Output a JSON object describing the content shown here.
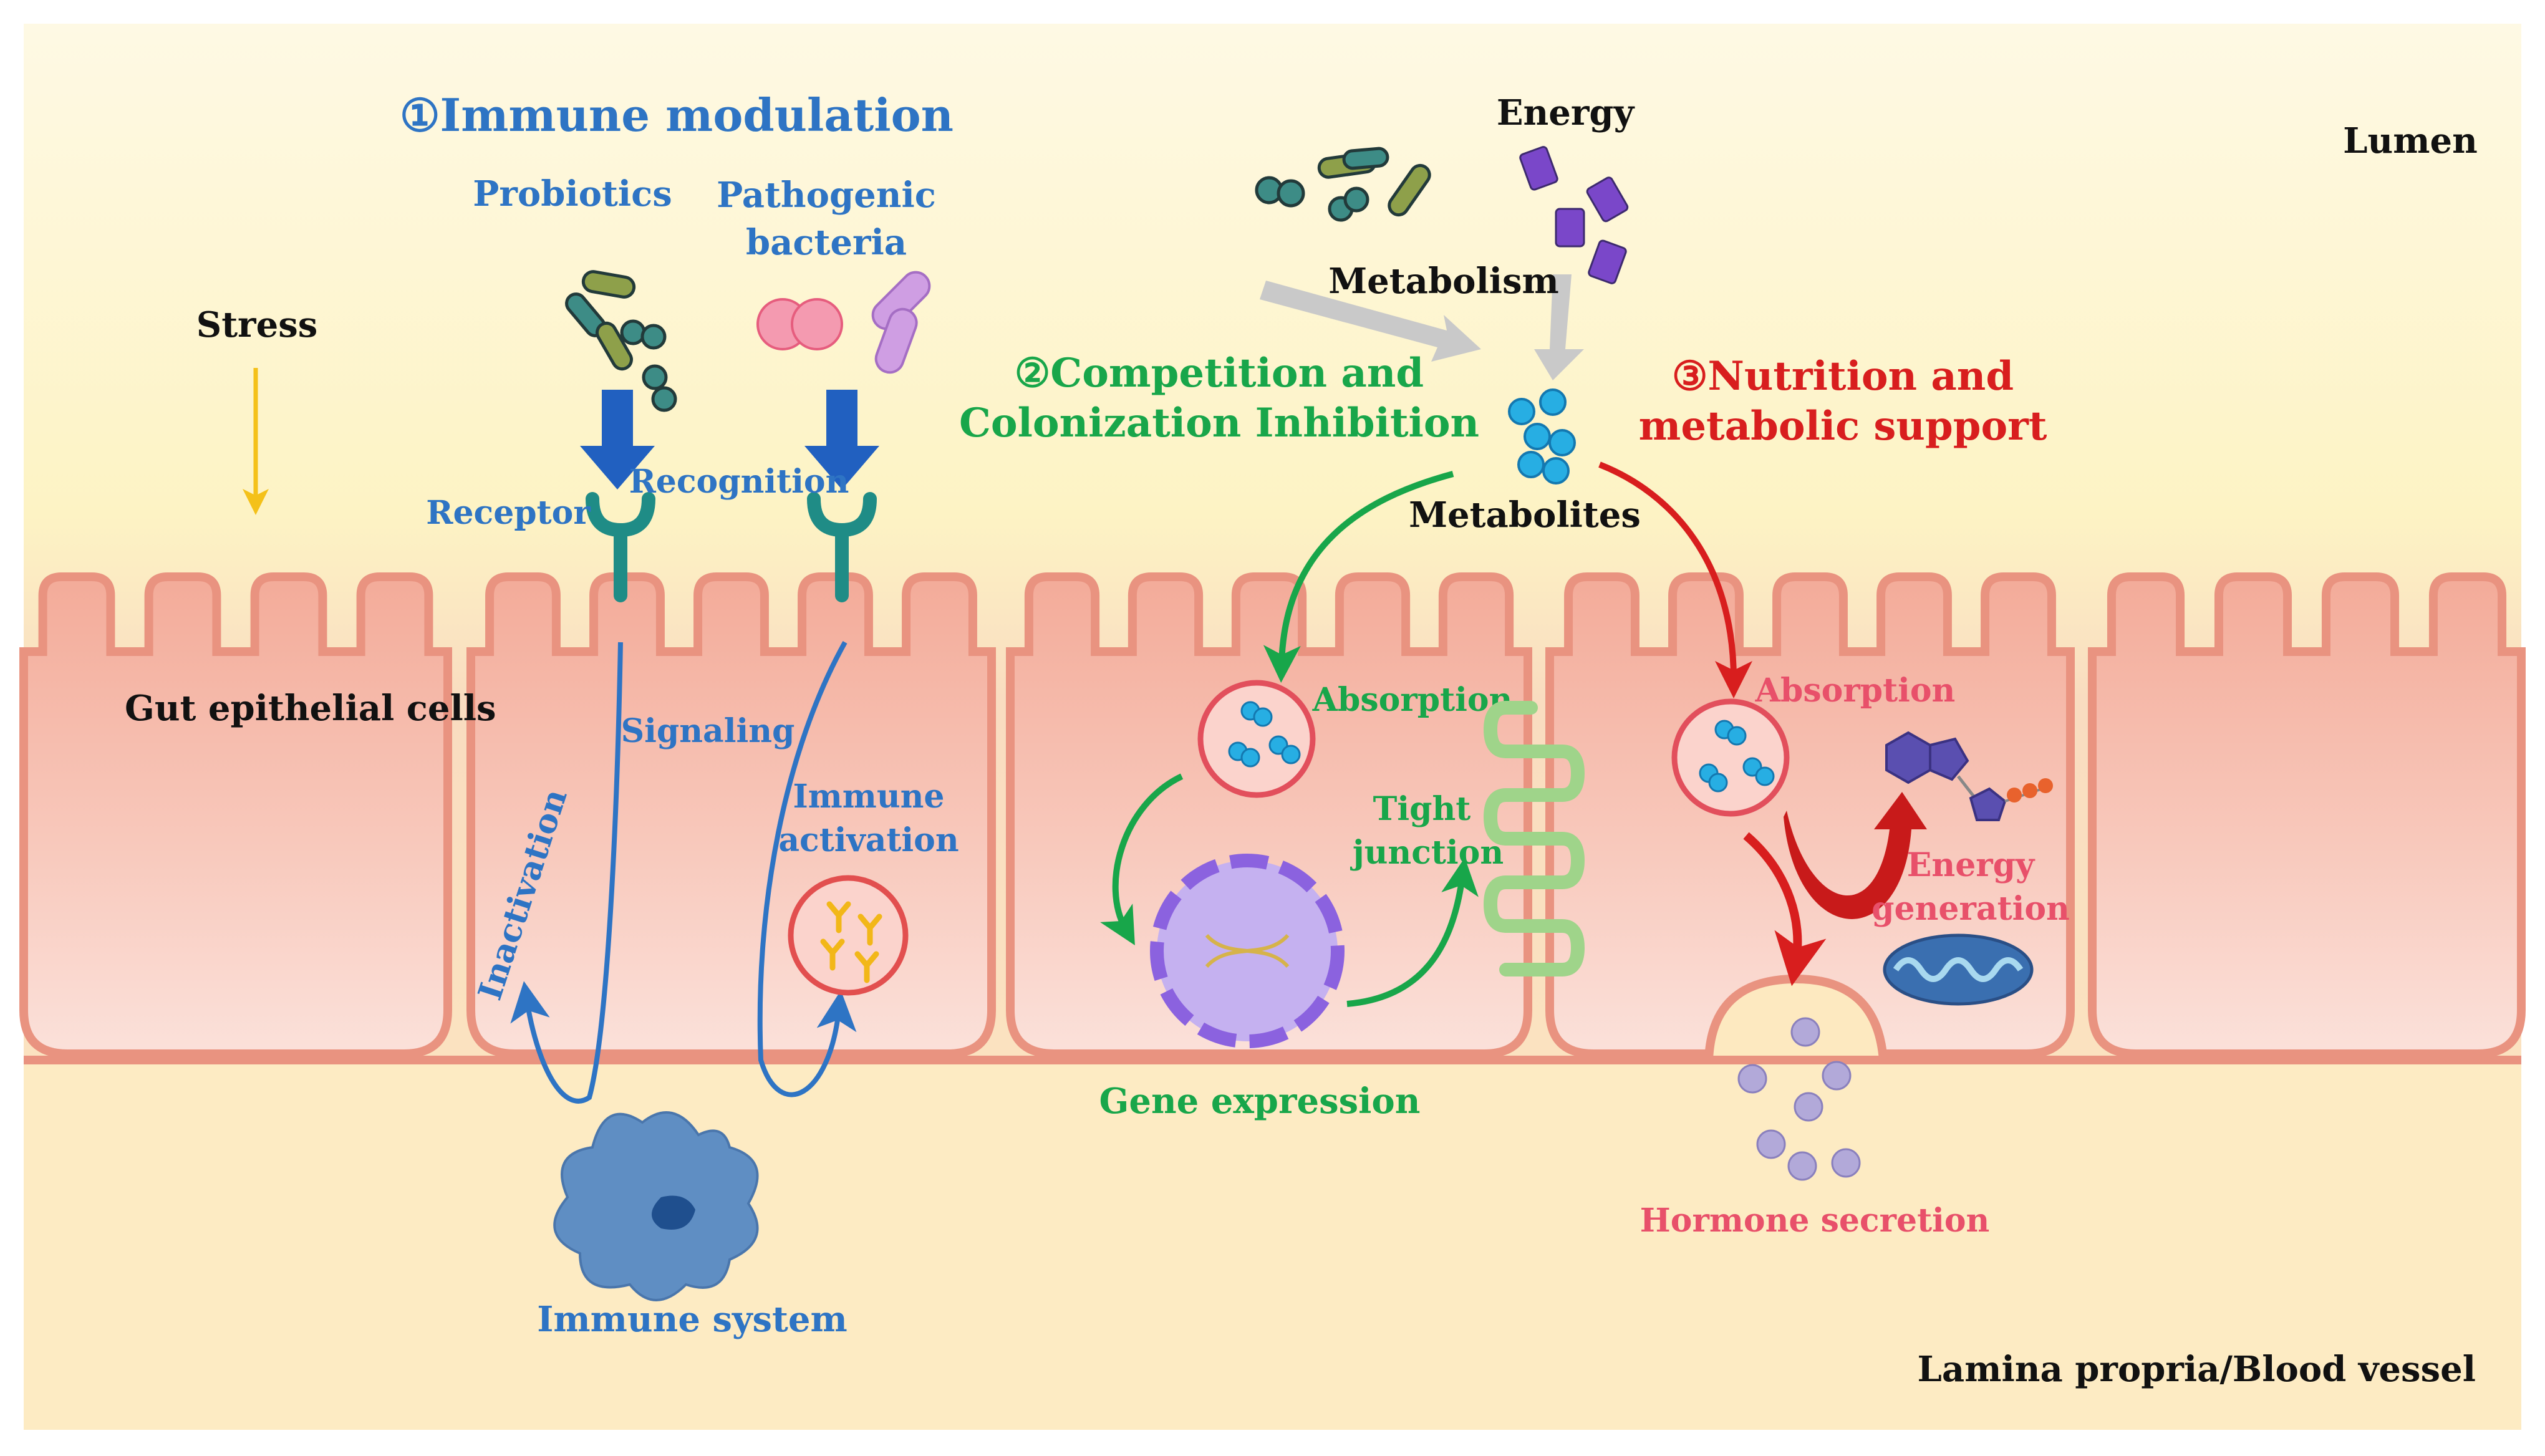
{
  "colors": {
    "blue": "#2e74c4",
    "green": "#18a64a",
    "red": "#d81e1e",
    "pink": "#e8506a",
    "black": "#111111",
    "lumen_bg": "#fef6d2",
    "cell_fill": "#f4b3a3",
    "cell_stroke": "#e99380",
    "stress_arrow": "#f4c11a",
    "gray_arrow": "#c9c9c9",
    "metabolite": "#27aee3",
    "dna_nucleus": "#c5b1f0",
    "tight_junction": "#9fd48a",
    "hormone": "#b2a9d9"
  },
  "regions": {
    "lumen": "Lumen",
    "lamina": "Lamina propria/Blood vessel",
    "epithelial": "Gut epithelial cells",
    "stress": "Stress"
  },
  "section1": {
    "title": "①Immune modulation",
    "probiotics": "Probiotics",
    "pathogenic_line1": "Pathogenic",
    "pathogenic_line2": "bacteria",
    "receptor": "Receptor",
    "recognition": "Recognition",
    "signaling": "Signaling",
    "inactivation": "Inactivation",
    "immune_activation_line1": "Immune",
    "immune_activation_line2": "activation",
    "immune_system": "Immune system"
  },
  "section2": {
    "title_line1": "②Competition and",
    "title_line2": "Colonization Inhibition",
    "absorption": "Absorption",
    "tight_junction_line1": "Tight",
    "tight_junction_line2": "junction",
    "gene_expression": "Gene expression"
  },
  "top": {
    "energy": "Energy",
    "metabolism": "Metabolism",
    "metabolites": "Metabolites"
  },
  "section3": {
    "title_line1": "③Nutrition and",
    "title_line2": "metabolic support",
    "absorption": "Absorption",
    "energy_generation_line1": "Energy",
    "energy_generation_line2": "generation",
    "hormone_secretion": "Hormone secretion"
  },
  "icons": [
    "probiotic-bacteria-icon",
    "pathogen-icon",
    "receptor-icon",
    "battery-icon",
    "metabolite-cluster-icon",
    "dna-nucleus-icon",
    "tight-junction-icon",
    "mitochondria-icon",
    "molecule-icon",
    "macrophage-icon",
    "antibody-vesicle-icon",
    "hormone-granule-icon"
  ]
}
